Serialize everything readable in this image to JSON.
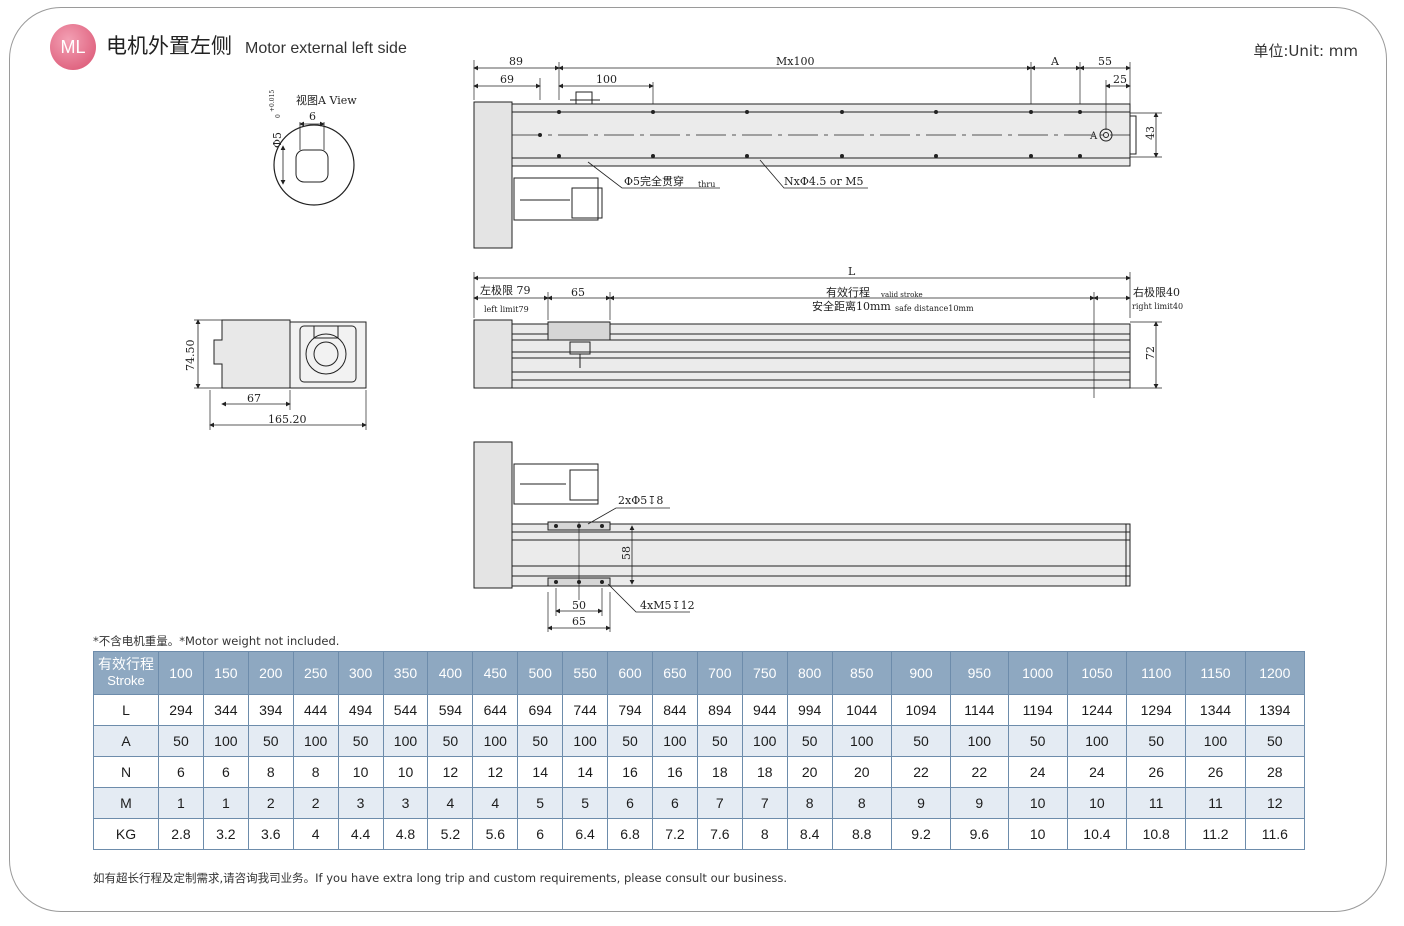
{
  "header": {
    "badge": "ML",
    "title_cn": "电机外置左侧",
    "title_en": "Motor external left side",
    "unit": "单位:Unit: mm"
  },
  "drawing_labels": {
    "view_a": "视图A View",
    "tol_upper": "+0.015",
    "tol_lower": "0",
    "phi5": "Φ5",
    "dim_6": "6",
    "dim_89": "89",
    "dim_69": "69",
    "dim_100": "100",
    "dim_mx100": "Mx100",
    "dim_a": "A",
    "dim_55": "55",
    "dim_25": "25",
    "dim_43": "43",
    "label_a": "A",
    "thru_cn": "Φ5完全贯穿",
    "thru_en": "thru",
    "holes": "NxΦ4.5 or M5",
    "dim_l": "L",
    "left_limit_cn": "左极限 79",
    "left_limit_en": "left limit79",
    "dim_65_top": "65",
    "stroke_cn": "有效行程",
    "stroke_en": "valid stroke",
    "safety_cn": "安全距离10mm",
    "safety_en": "safe distance10mm",
    "right_limit_cn": "右极限40",
    "right_limit_en": "right limit40",
    "dim_72": "72",
    "dim_7450": "74.50",
    "dim_67": "67",
    "dim_16520": "165.20",
    "holes_2x": "2xΦ5↧8",
    "dim_58": "58",
    "dim_50": "50",
    "dim_65_bottom": "65",
    "holes_4x": "4xM5↧12"
  },
  "note": "*不含电机重量。*Motor weight not included.",
  "table": {
    "header_cn": "有效行程",
    "header_en": "Stroke",
    "strokes": [
      "100",
      "150",
      "200",
      "250",
      "300",
      "350",
      "400",
      "450",
      "500",
      "550",
      "600",
      "650",
      "700",
      "750",
      "800",
      "850",
      "900",
      "950",
      "1000",
      "1050",
      "1100",
      "1150",
      "1200"
    ],
    "rows": [
      {
        "label": "L",
        "values": [
          "294",
          "344",
          "394",
          "444",
          "494",
          "544",
          "594",
          "644",
          "694",
          "744",
          "794",
          "844",
          "894",
          "944",
          "994",
          "1044",
          "1094",
          "1144",
          "1194",
          "1244",
          "1294",
          "1344",
          "1394"
        ]
      },
      {
        "label": "A",
        "values": [
          "50",
          "100",
          "50",
          "100",
          "50",
          "100",
          "50",
          "100",
          "50",
          "100",
          "50",
          "100",
          "50",
          "100",
          "50",
          "100",
          "50",
          "100",
          "50",
          "100",
          "50",
          "100",
          "50"
        ]
      },
      {
        "label": "N",
        "values": [
          "6",
          "6",
          "8",
          "8",
          "10",
          "10",
          "12",
          "12",
          "14",
          "14",
          "16",
          "16",
          "18",
          "18",
          "20",
          "20",
          "22",
          "22",
          "24",
          "24",
          "26",
          "26",
          "28"
        ]
      },
      {
        "label": "M",
        "values": [
          "1",
          "1",
          "2",
          "2",
          "3",
          "3",
          "4",
          "4",
          "5",
          "5",
          "6",
          "6",
          "7",
          "7",
          "8",
          "8",
          "9",
          "9",
          "10",
          "10",
          "11",
          "11",
          "12"
        ]
      },
      {
        "label": "KG",
        "values": [
          "2.8",
          "3.2",
          "3.6",
          "4",
          "4.4",
          "4.8",
          "5.2",
          "5.6",
          "6",
          "6.4",
          "6.8",
          "7.2",
          "7.6",
          "8",
          "8.4",
          "8.8",
          "9.2",
          "9.6",
          "10",
          "10.4",
          "10.8",
          "11.2",
          "11.6"
        ]
      }
    ]
  },
  "footer": "如有超长行程及定制需求,请咨询我司业务。If you have extra long trip and custom requirements, please consult our business.",
  "colors": {
    "badge": "#d9506f",
    "table_header": "#8ea8c1",
    "table_alt_row": "#e4ebf3",
    "table_border": "#6d8cab",
    "rail_fill": "#e6e6e6"
  }
}
